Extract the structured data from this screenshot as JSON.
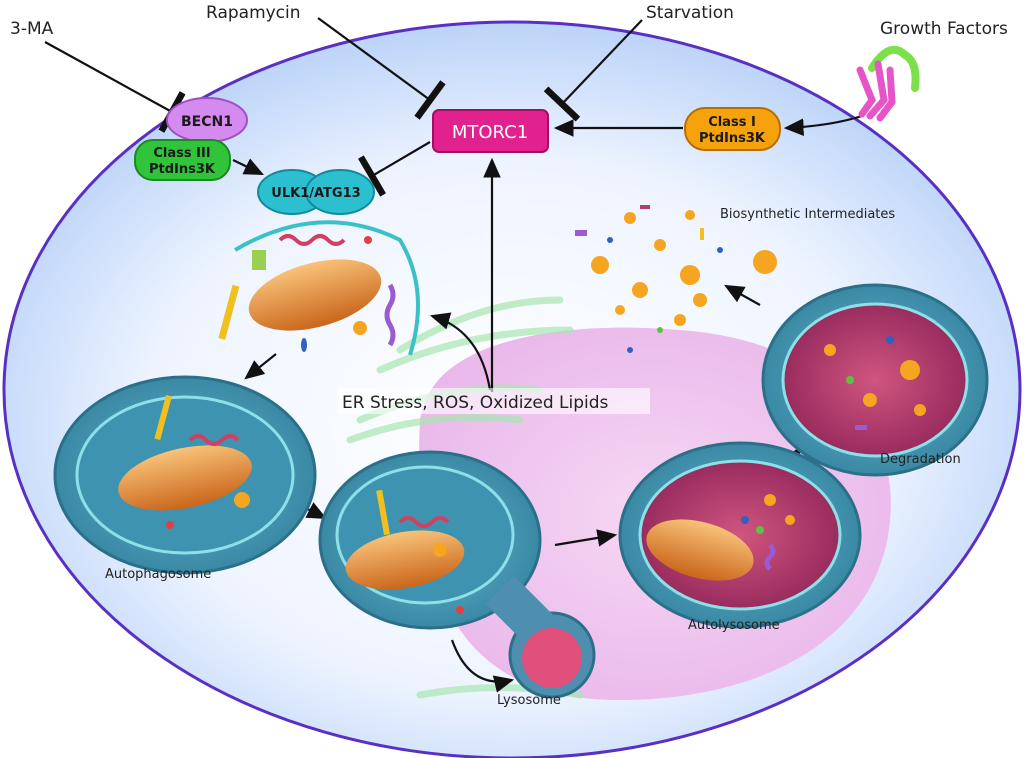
{
  "inputs": {
    "three_ma": "3-MA",
    "rapamycin": "Rapamycin",
    "starvation": "Starvation",
    "growth_factors": "Growth Factors"
  },
  "nodes": {
    "becn1": "BECN1",
    "class3_line1": "Class III",
    "class3_line2": "PtdIns3K",
    "ulk1": "ULK1/ATG13",
    "mtorc1": "MTORC1",
    "class1_line1": "Class I",
    "class1_line2": "PtdIns3K"
  },
  "labels": {
    "biosynthetic": "Biosynthetic Intermediates",
    "er_stress": "ER Stress, ROS, Oxidized Lipids",
    "autophagosome": "Autophagosome",
    "lysosome": "Lysosome",
    "autolysosome": "Autolysosome",
    "degradation": "Degradation"
  },
  "colors": {
    "cell_membrane": "#5a2fc4",
    "cytoplasm": "#c9dcfb",
    "nucleus": "#f0c6ee",
    "becn1": "#d58af0",
    "class3": "#2fc43a",
    "ulk1": "#2bbfd0",
    "mtorc1": "#e0218e",
    "class1": "#f5a20c",
    "vesicle": "#4ea0b8",
    "lysosome_lumen": "#b0306a",
    "mitochondrion": "#e8902a"
  }
}
